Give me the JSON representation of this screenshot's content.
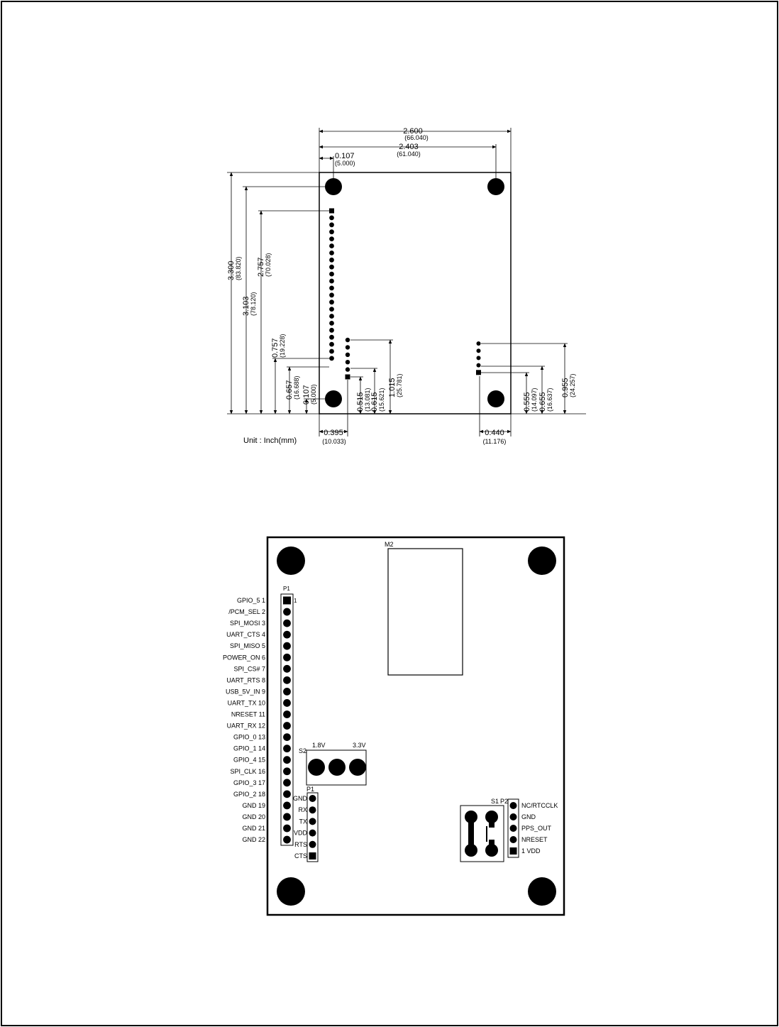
{
  "dimension_drawing": {
    "unit_label": "Unit : Inch(mm)",
    "width_total": {
      "inch": "2.600",
      "mm": "(66.040)"
    },
    "hole_span_x": {
      "inch": "2.403",
      "mm": "(61.040)"
    },
    "hole_offset_x": {
      "inch": "0.107",
      "mm": "(5.000)"
    },
    "height_total": {
      "inch": "3.300",
      "mm": "(83.820)"
    },
    "hole_span_y": {
      "inch": "3.103",
      "mm": "(78.120)"
    },
    "p1_top": {
      "inch": "2.757",
      "mm": "(70.028)"
    },
    "p1_bottom": {
      "inch": "0.757",
      "mm": "(19.228)"
    },
    "p1_bottom_b": {
      "inch": "0.657",
      "mm": "(16.688)"
    },
    "hole_offset_y": {
      "inch": "0.107",
      "mm": "(5.000)"
    },
    "mid_low": {
      "inch": "0.515",
      "mm": "(13.081)"
    },
    "mid_mid": {
      "inch": "0.615",
      "mm": "(15.621)"
    },
    "mid_high": {
      "inch": "1.015",
      "mm": "(25.781)"
    },
    "right_low": {
      "inch": "0.555",
      "mm": "(14.097)"
    },
    "right_mid": {
      "inch": "0.655",
      "mm": "(16.637)"
    },
    "right_high": {
      "inch": "0.955",
      "mm": "(24.257)"
    },
    "mid_x": {
      "inch": "0.395",
      "mm": "(10.033)"
    },
    "right_x": {
      "inch": "0.440",
      "mm": "(11.176)"
    }
  },
  "board_layout": {
    "m2_label": "M2",
    "p1_label": "P1",
    "p1_pin1_mark": "1",
    "p1_pins": [
      {
        "name": "GPIO_5",
        "num": "1"
      },
      {
        "name": "/PCM_SEL",
        "num": "2"
      },
      {
        "name": "SPI_MOSI",
        "num": "3"
      },
      {
        "name": "UART_CTS",
        "num": "4"
      },
      {
        "name": "SPI_MISO",
        "num": "5"
      },
      {
        "name": "POWER_ON",
        "num": "6"
      },
      {
        "name": "SPI_CS#",
        "num": "7"
      },
      {
        "name": "UART_RTS",
        "num": "8"
      },
      {
        "name": "USB_5V_IN",
        "num": "9"
      },
      {
        "name": "UART_TX",
        "num": "10"
      },
      {
        "name": "NRESET",
        "num": "11"
      },
      {
        "name": "UART_RX",
        "num": "12"
      },
      {
        "name": "GPIO_0",
        "num": "13"
      },
      {
        "name": "GPIO_1",
        "num": "14"
      },
      {
        "name": "GPIO_4",
        "num": "15"
      },
      {
        "name": "SPI_CLK",
        "num": "16"
      },
      {
        "name": "GPIO_3",
        "num": "17"
      },
      {
        "name": "GPIO_2",
        "num": "18"
      },
      {
        "name": "GND",
        "num": "19"
      },
      {
        "name": "GND",
        "num": "20"
      },
      {
        "name": "GND",
        "num": "21"
      },
      {
        "name": "GND",
        "num": "22"
      }
    ],
    "s2_label": "S2",
    "s2_low": "1.8V",
    "s2_high": "3.3V",
    "p1b_label": "P1",
    "p1b_pins": [
      "GND",
      "RX",
      "TX",
      "VDD",
      "RTS",
      "CTS"
    ],
    "s1_label": "S1",
    "p2_label": "P2",
    "p2_pins": [
      "NC/RTCCLK",
      "GND",
      "PPS_OUT",
      "NRESET",
      "1 VDD"
    ]
  }
}
